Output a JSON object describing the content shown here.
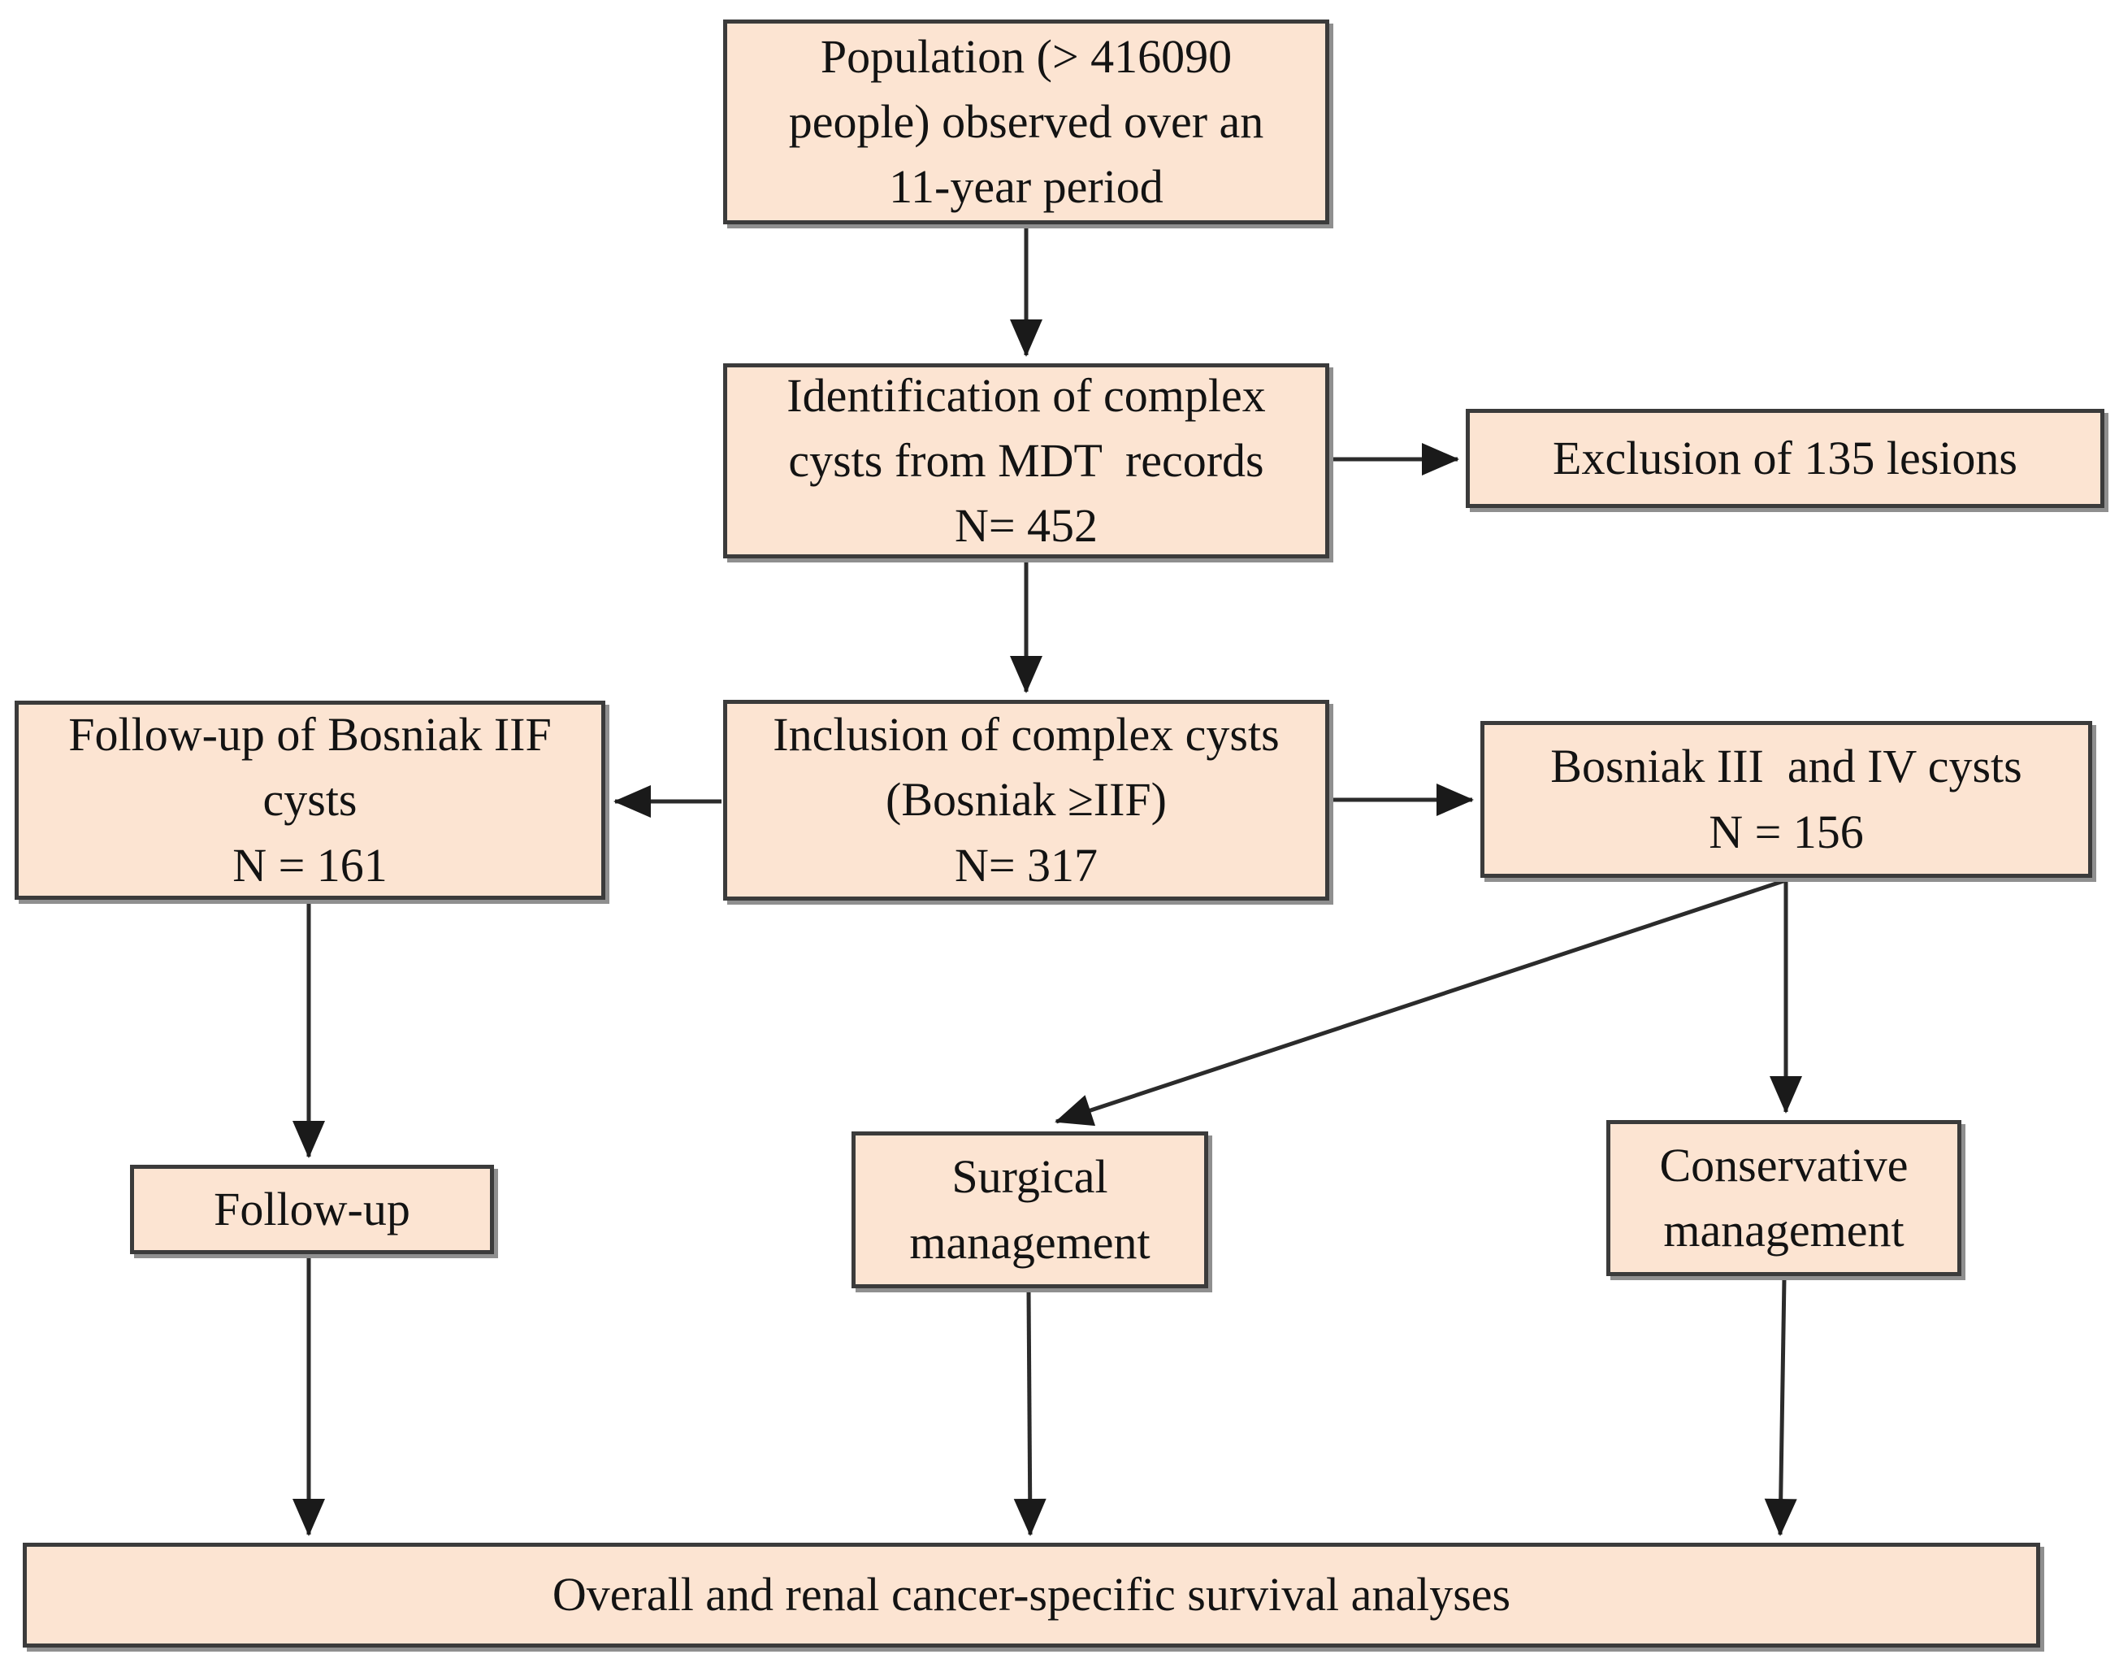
{
  "colors": {
    "box_fill": "#FCE4D2",
    "box_border": "#3B3B3B",
    "box_shadow": "#8F8F8F",
    "arrow": "#1A1A1A",
    "background": "#FFFFFF",
    "text": "#131313"
  },
  "boxes": {
    "population": {
      "line1": "Population (> 416090",
      "line2": "people) observed over an",
      "line3": "11-year period"
    },
    "identification": {
      "line1": "Identification of complex",
      "line2": "cysts from MDT  records",
      "line3": "N= 452"
    },
    "exclusion": {
      "line1": "Exclusion of 135 lesions"
    },
    "inclusion": {
      "line1": "Inclusion of complex cysts",
      "line2": "(Bosniak ≥IIF)",
      "line3": "N= 317"
    },
    "bosniak_iif_followup": {
      "line1": "Follow-up of Bosniak IIF",
      "line2": "cysts",
      "line3": "N = 161"
    },
    "bosniak_iii_iv": {
      "line1": "Bosniak III  and IV cysts",
      "line2": "N = 156"
    },
    "followup": {
      "line1": "Follow-up"
    },
    "surgical": {
      "line1": "Surgical",
      "line2": "management"
    },
    "conservative": {
      "line1": "Conservative",
      "line2": "management"
    },
    "survival": {
      "line1": "Overall and renal cancer-specific survival analyses"
    }
  },
  "edges": [
    {
      "from": "population",
      "to": "identification"
    },
    {
      "from": "identification",
      "to": "exclusion"
    },
    {
      "from": "identification",
      "to": "inclusion"
    },
    {
      "from": "inclusion",
      "to": "bosniak_iif_followup"
    },
    {
      "from": "inclusion",
      "to": "bosniak_iii_iv"
    },
    {
      "from": "bosniak_iif_followup",
      "to": "followup"
    },
    {
      "from": "followup",
      "to": "survival"
    },
    {
      "from": "bosniak_iii_iv",
      "to": "surgical"
    },
    {
      "from": "bosniak_iii_iv",
      "to": "conservative"
    },
    {
      "from": "surgical",
      "to": "survival"
    },
    {
      "from": "conservative",
      "to": "survival"
    }
  ]
}
